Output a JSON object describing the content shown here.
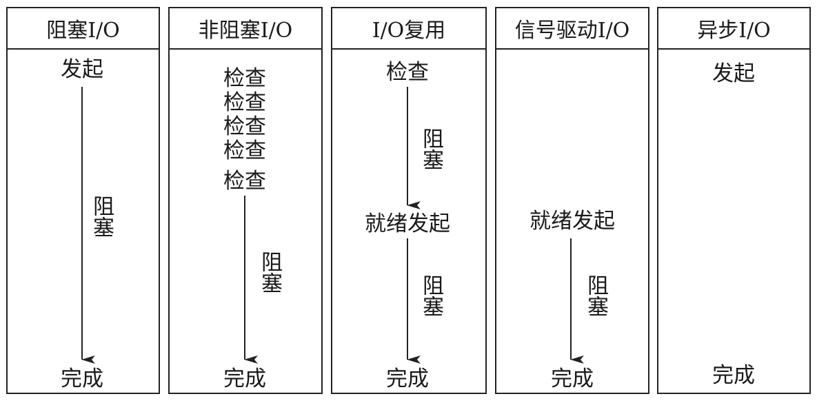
{
  "models": [
    {
      "header": "阻塞I/O",
      "start": "发起",
      "block": "阻塞",
      "end": "完成"
    },
    {
      "header": "非阻塞I/O",
      "checks": [
        "检查",
        "检查",
        "检查",
        "检查",
        "检查"
      ],
      "block": "阻塞",
      "end": "完成"
    },
    {
      "header": "I/O复用",
      "start": "检查",
      "block1": "阻塞",
      "mid": "就绪发起",
      "block2": "阻塞",
      "end": "完成"
    },
    {
      "header": "信号驱动I/O",
      "mid": "就绪发起",
      "block": "阻塞",
      "end": "完成"
    },
    {
      "header": "异步I/O",
      "start": "发起",
      "end": "完成"
    }
  ]
}
